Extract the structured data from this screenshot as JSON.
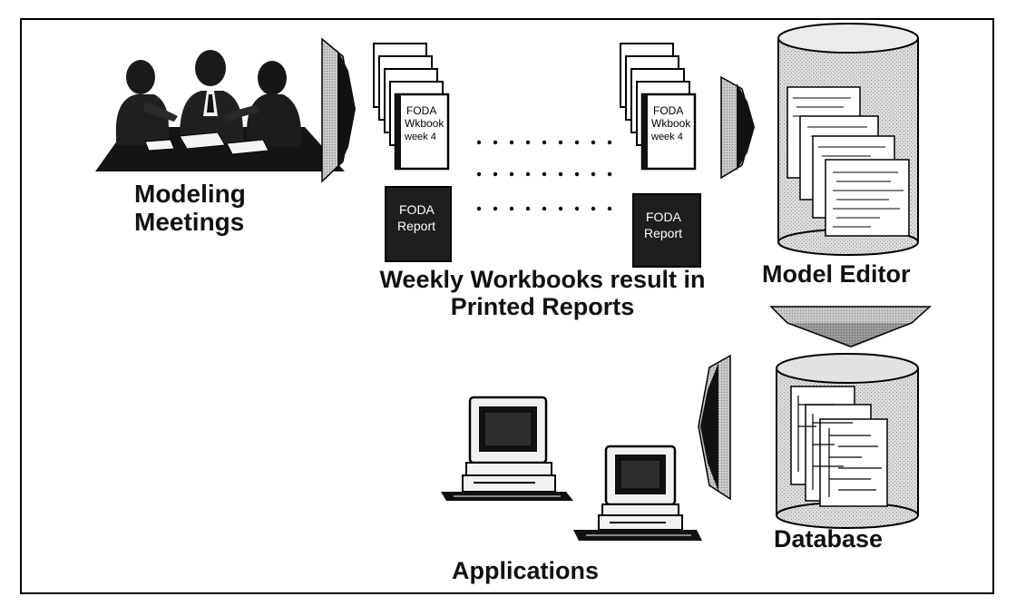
{
  "labels": {
    "modeling_meetings": [
      "Modeling",
      "Meetings"
    ],
    "weekly_workbooks": [
      "Weekly Workbooks result in",
      "Printed Reports"
    ],
    "model_editor": "Model Editor",
    "database": "Database",
    "applications": "Applications"
  },
  "workbook": [
    "FODA",
    "Wkbook",
    "week 4"
  ],
  "report": [
    "FODA",
    "Report"
  ],
  "icons": [
    "meeting-people-icon",
    "workbook-stack-icon",
    "report-icon",
    "database-cylinder-icon",
    "computer-icon",
    "arrow-icon"
  ],
  "colors": {
    "arrow_fill": "#c8c8c8",
    "ink": "#111111",
    "report_fill": "#1e1e1e",
    "cylinder_fill": "#d9d9d9"
  }
}
